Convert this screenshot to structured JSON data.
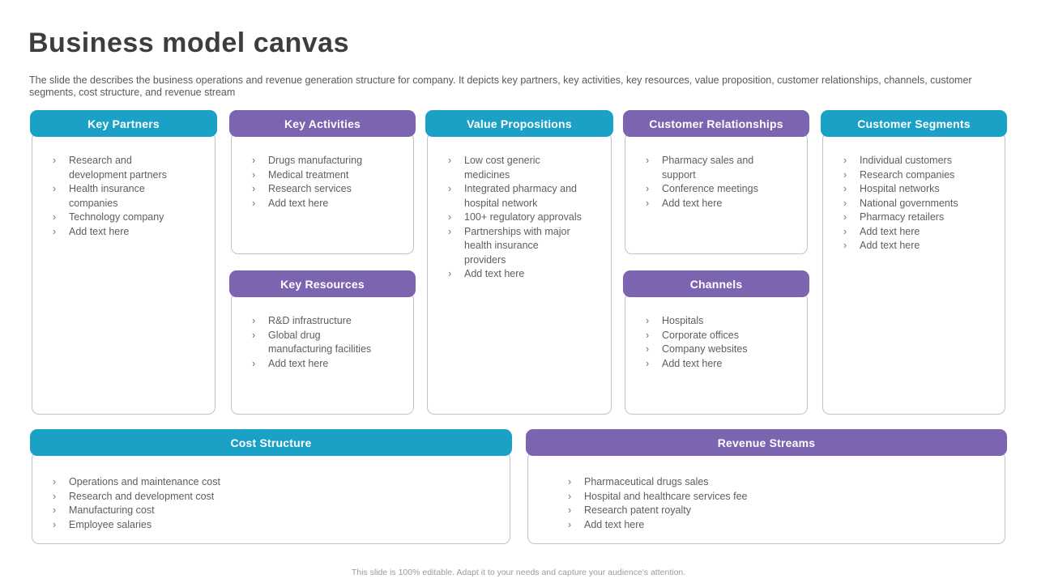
{
  "slide": {
    "title": "Business model canvas",
    "description": "The slide the describes the business operations and revenue generation structure for company. It depicts key partners, key activities, key resources, value proposition, customer relationships, channels, customer segments, cost structure, and revenue stream",
    "footer": "This slide is 100% editable. Adapt it to your needs and capture your audience's attention.",
    "bullet_glyph": "›",
    "colors": {
      "teal": "#1ca1c6",
      "purple": "#7c64b0",
      "title_text": "#3d3d3d",
      "body_text": "#5e5e5e",
      "box_border": "#bfc3c6",
      "footer_text": "#9b9b9b"
    }
  },
  "sections": {
    "key_partners": {
      "title": "Key Partners",
      "accent": "teal",
      "items": [
        "Research and development partners",
        "Health insurance companies",
        "Technology company",
        "Add text here"
      ]
    },
    "key_activities": {
      "title": "Key Activities",
      "accent": "purple",
      "items": [
        "Drugs manufacturing",
        "Medical treatment",
        "Research services",
        "Add text here"
      ]
    },
    "key_resources": {
      "title": "Key Resources",
      "accent": "purple",
      "items": [
        "R&D infrastructure",
        "Global drug manufacturing facilities",
        "Add text here"
      ]
    },
    "value_propositions": {
      "title": "Value Propositions",
      "accent": "teal",
      "items": [
        "Low cost generic medicines",
        "Integrated pharmacy and hospital network",
        "100+ regulatory approvals",
        "Partnerships with major health insurance providers",
        "Add text here"
      ]
    },
    "customer_relationships": {
      "title": "Customer Relationships",
      "accent": "purple",
      "items": [
        "Pharmacy sales and support",
        "Conference meetings",
        "Add text here"
      ]
    },
    "channels": {
      "title": "Channels",
      "accent": "purple",
      "items": [
        "Hospitals",
        "Corporate offices",
        "Company websites",
        "Add text here"
      ]
    },
    "customer_segments": {
      "title": "Customer Segments",
      "accent": "teal",
      "items": [
        "Individual customers",
        "Research companies",
        "Hospital networks",
        "National governments",
        "Pharmacy retailers",
        "Add text here",
        "Add text here"
      ]
    },
    "cost_structure": {
      "title": "Cost Structure",
      "accent": "teal",
      "items": [
        "Operations and maintenance cost",
        "Research and development cost",
        "Manufacturing cost",
        "Employee salaries"
      ]
    },
    "revenue_streams": {
      "title": "Revenue Streams",
      "accent": "purple",
      "items": [
        "Pharmaceutical drugs sales",
        "Hospital and healthcare services fee",
        "Research patent royalty",
        "Add text here"
      ]
    }
  }
}
